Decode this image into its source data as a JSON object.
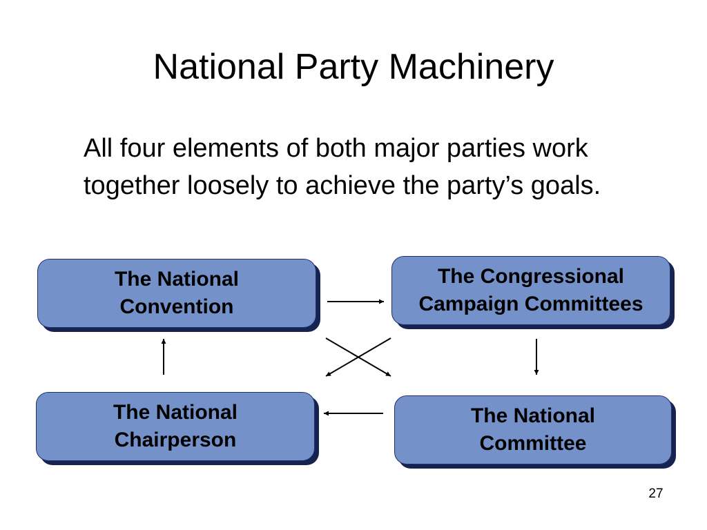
{
  "slide": {
    "title": "National Party Machinery",
    "body": "All four elements of both major parties work together loosely to achieve the party’s goals.",
    "slide_number": "27"
  },
  "diagram": {
    "nodes": {
      "convention": {
        "line1": "The National",
        "line2": "Convention"
      },
      "congressional": {
        "line1": "The Congressional",
        "line2": "Campaign Committees"
      },
      "chairperson": {
        "line1": "The National",
        "line2": "Chairperson"
      },
      "committee": {
        "line1": "The National",
        "line2": "Committee"
      }
    },
    "edges": [
      {
        "from": "convention",
        "to": "congressional"
      },
      {
        "from": "congressional",
        "to": "committee"
      },
      {
        "from": "committee",
        "to": "chairperson"
      },
      {
        "from": "chairperson",
        "to": "convention"
      },
      {
        "from": "congressional",
        "to": "chairperson"
      },
      {
        "from": "convention",
        "to": "committee"
      }
    ],
    "colors": {
      "box_fill": "#7591c9",
      "box_shadow": "#16224f",
      "arrow": "#000000"
    }
  }
}
